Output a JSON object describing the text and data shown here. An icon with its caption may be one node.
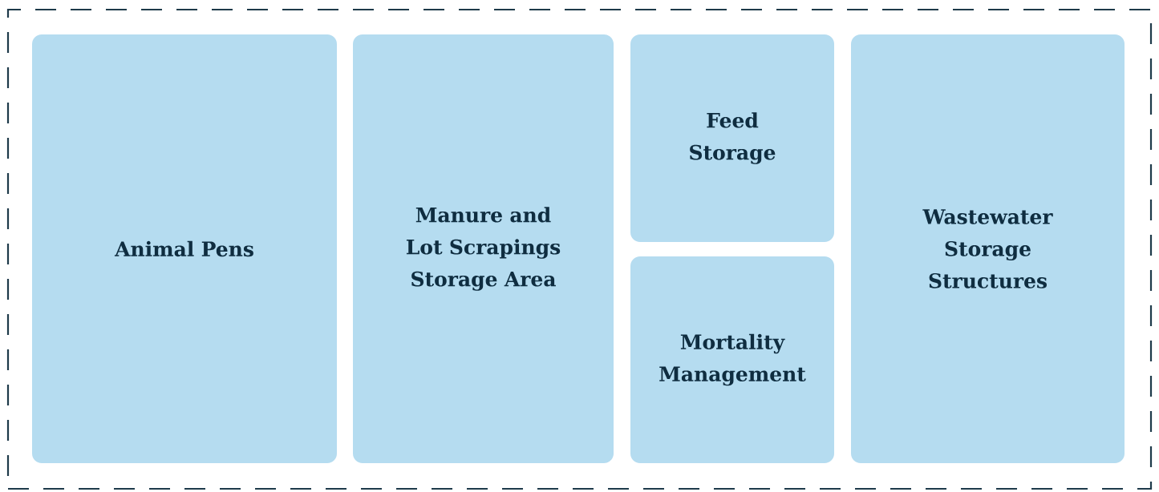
{
  "diagram": {
    "nodes": [
      {
        "text": [],
        "shape": "box"
      },
      {
        "text": [
          "Animal Pens"
        ],
        "in": 0
      },
      {
        "text": [
          "Manure and Lot Scrapings Storage Area"
        ],
        "in": 0
      },
      {
        "text": [
          "Feed Storage"
        ],
        "in": 0
      },
      {
        "text": [
          "Mortality Management"
        ],
        "in": 0
      },
      {
        "text": [
          "Wastewater Storage Structures"
        ],
        "in": 0
      }
    ]
  }
}
